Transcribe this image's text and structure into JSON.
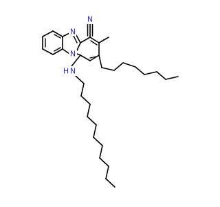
{
  "molecule": {
    "colors": {
      "bond": "#000000",
      "nitrogen": "#2b2bd6",
      "background": "#ffffff"
    },
    "atom_labels": {
      "imidazole_n": "N",
      "bridgehead_n": "N",
      "nitrile_n": "N",
      "amine_n": "N",
      "amine_h": "H"
    }
  }
}
